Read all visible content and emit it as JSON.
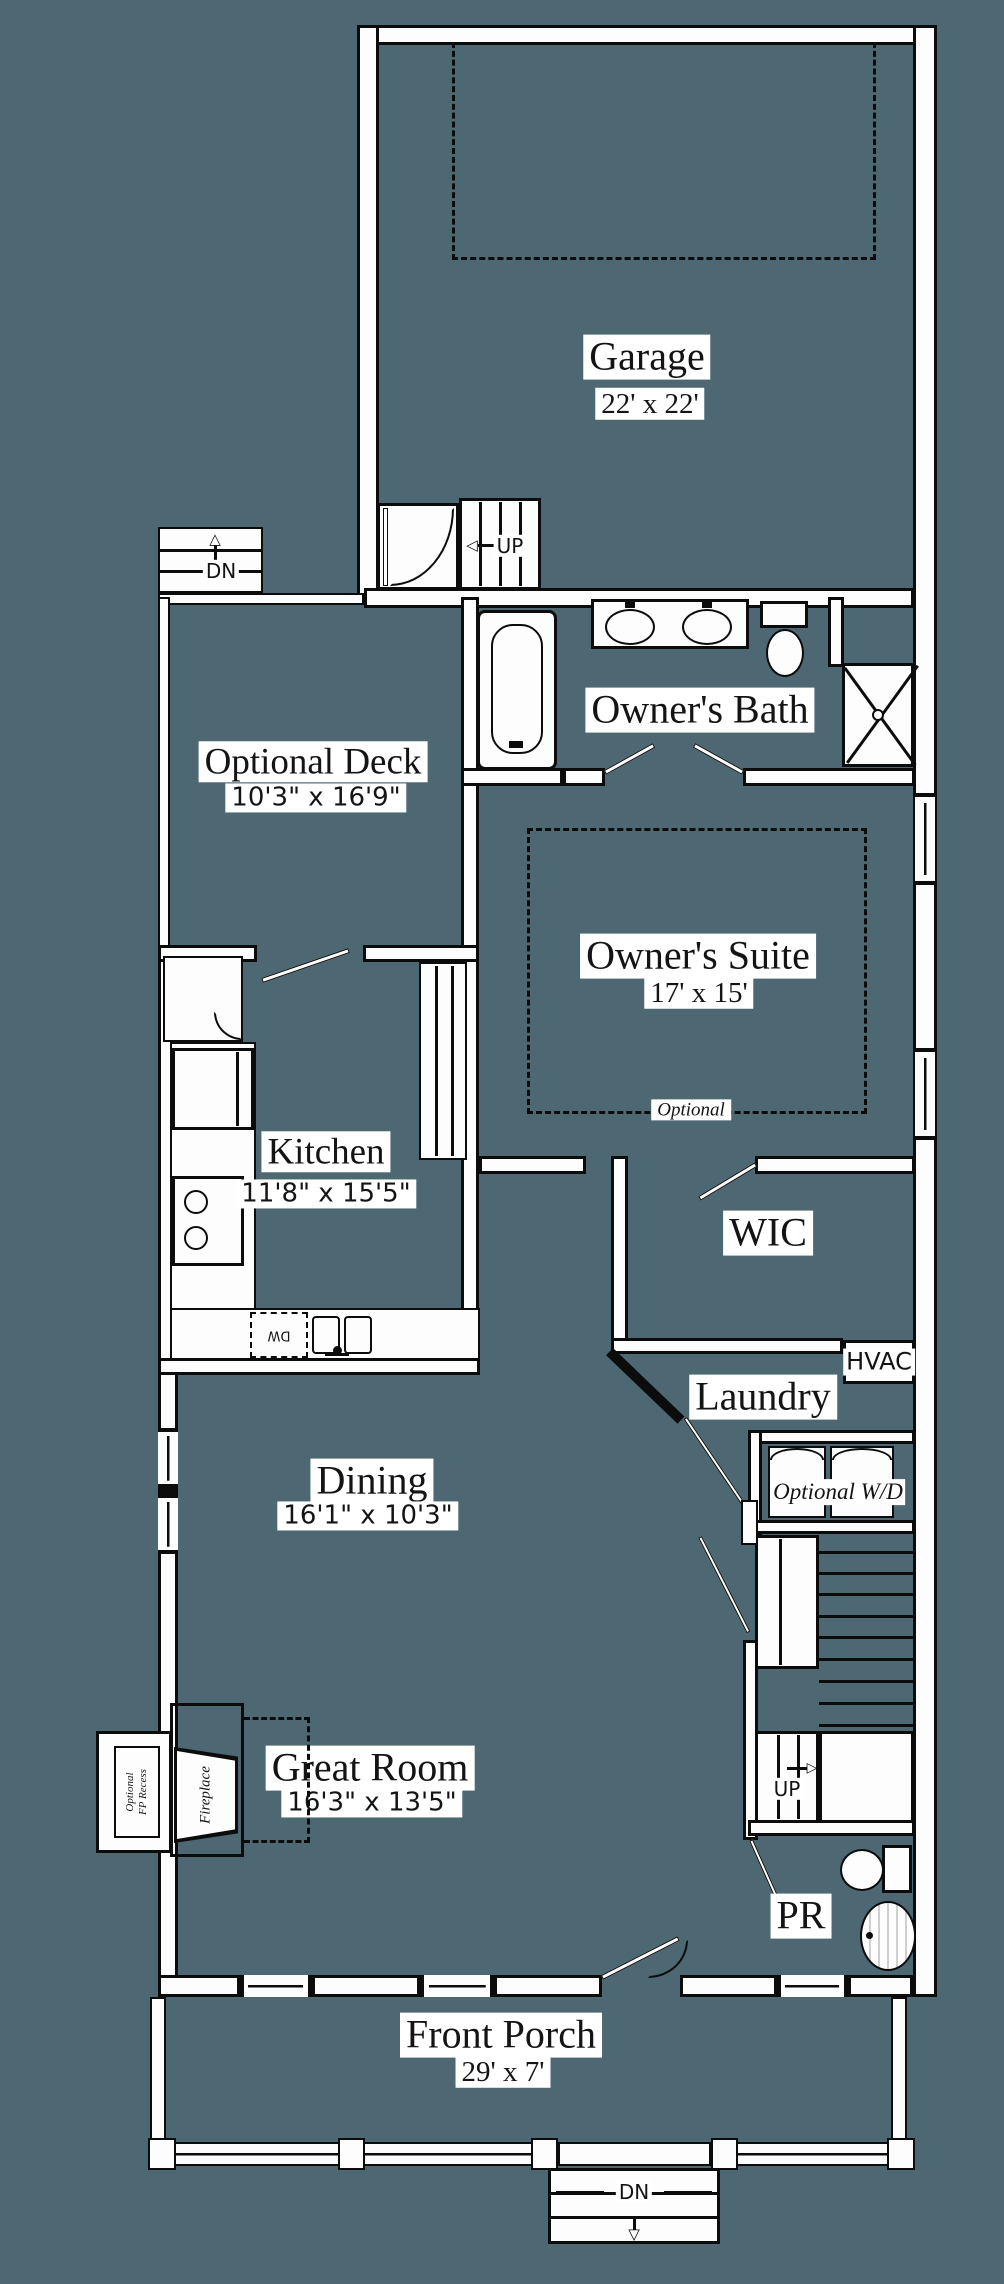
{
  "colors": {
    "background": "#4d6872",
    "line": "#0c0c0c",
    "wall_fill": "#fdfdfd",
    "label_bg": "#ffffff",
    "text": "#141414"
  },
  "rooms": {
    "garage": {
      "name": "Garage",
      "dims": "22' x 22'"
    },
    "optional_deck": {
      "name": "Optional Deck",
      "dims": "10'3\" x 16'9\""
    },
    "owners_bath": {
      "name": "Owner's Bath"
    },
    "owners_suite": {
      "name": "Owner's Suite",
      "dims": "17' x 15'"
    },
    "kitchen": {
      "name": "Kitchen",
      "dims": "11'8\" x 15'5\""
    },
    "wic": {
      "name": "WIC"
    },
    "laundry": {
      "name": "Laundry"
    },
    "dining": {
      "name": "Dining",
      "dims": "16'1\" x 10'3\""
    },
    "great_room": {
      "name": "Great Room",
      "dims": "16'3\" x 13'5\""
    },
    "powder_room": {
      "name": "PR"
    },
    "front_porch": {
      "name": "Front Porch",
      "dims": "29' x 7'"
    }
  },
  "annotations": {
    "hvac": "HVAC",
    "optional_wd": "Optional W/D",
    "optional_tray": "Optional",
    "fireplace": "Fireplace",
    "fp_recess_line1": "Optional",
    "fp_recess_line2": "FP Recess",
    "dishwasher": "DW",
    "stair_up_garage": "UP",
    "stair_up_main": "UP",
    "stair_dn_deck": "DN",
    "stair_dn_porch": "DN"
  }
}
